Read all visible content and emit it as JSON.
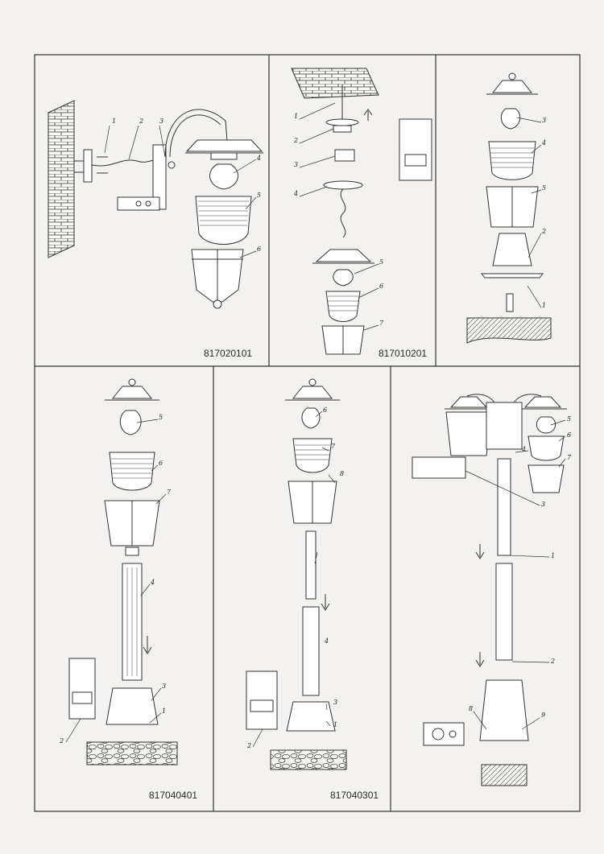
{
  "panels": [
    {
      "id": "wall-lantern",
      "code": "817020101",
      "callouts": [
        "1",
        "2",
        "3",
        "4",
        "5",
        "6"
      ]
    },
    {
      "id": "pendant-lantern",
      "code": "817010201",
      "callouts": [
        "1",
        "2",
        "3",
        "4",
        "5",
        "6",
        "7"
      ]
    },
    {
      "id": "pedestal-lantern",
      "callouts": [
        "1",
        "2",
        "3",
        "4",
        "5"
      ]
    },
    {
      "id": "tall-post-lantern",
      "code": "817040401",
      "callouts": [
        "1",
        "2",
        "3",
        "4",
        "5",
        "6",
        "7"
      ]
    },
    {
      "id": "medium-post-lantern",
      "code": "817040301",
      "callouts": [
        "1",
        "2",
        "3",
        "4",
        "6",
        "7",
        "8"
      ]
    },
    {
      "id": "double-arm-post-lantern",
      "callouts": [
        "1",
        "2",
        "3",
        "4",
        "5",
        "6",
        "7",
        "8",
        "9"
      ]
    }
  ]
}
